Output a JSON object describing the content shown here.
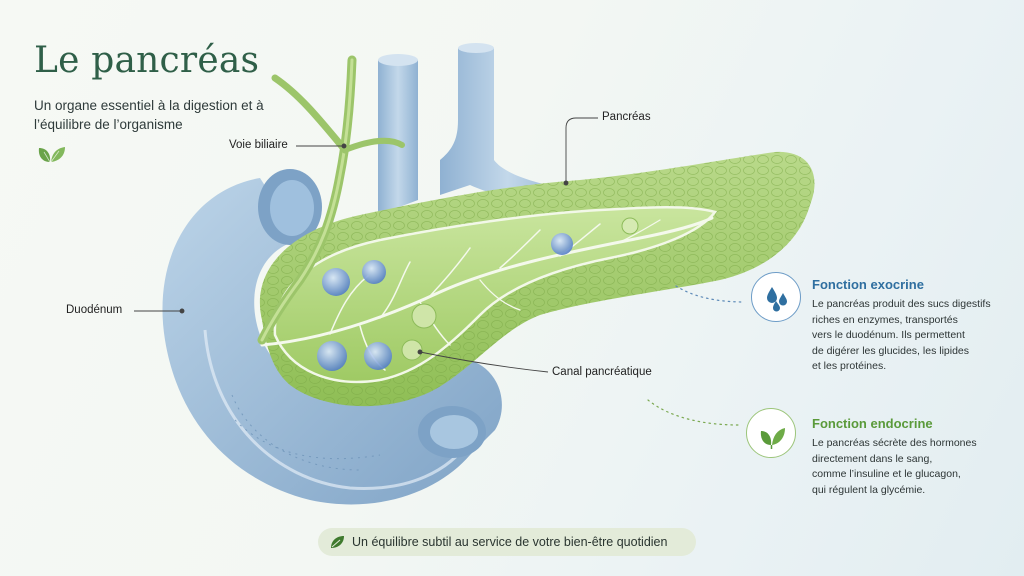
{
  "header": {
    "title": "Le pancréas",
    "subtitle": "Un organe essentiel à la digestion et à l’équilibre de l’organisme"
  },
  "labels": {
    "voie_biliaire": "Voie biliaire",
    "pancreas": "Pancréas",
    "duodenum": "Duodénum",
    "canal": "Canal pancréatique"
  },
  "cards": {
    "exocrine": {
      "title": "Fonction exocrine",
      "text": "Le pancréas produit des sucs digestifs\nriches en enzymes, transportés\nvers le duodénum. Ils permettent\nde digérer les glucides, les lipides\net les protéines.",
      "icon": "water-drops-icon",
      "color": "#2f6fa0"
    },
    "endocrine": {
      "title": "Fonction endocrine",
      "text": "Le pancréas sécrète des hormones\ndirectement dans le sang,\ncomme l’insuline et le glucagon,\nqui régulent la glycémie.",
      "icon": "leaf-icon",
      "color": "#5a9a3a"
    }
  },
  "footer": {
    "text": "Un équilibre subtil au service de votre bien-être quotidien"
  },
  "colors": {
    "title": "#2f5f48",
    "pancreas": "#a9cf6e",
    "duodenum": "#a9c7e0",
    "vessels": "#a7c2dc"
  }
}
